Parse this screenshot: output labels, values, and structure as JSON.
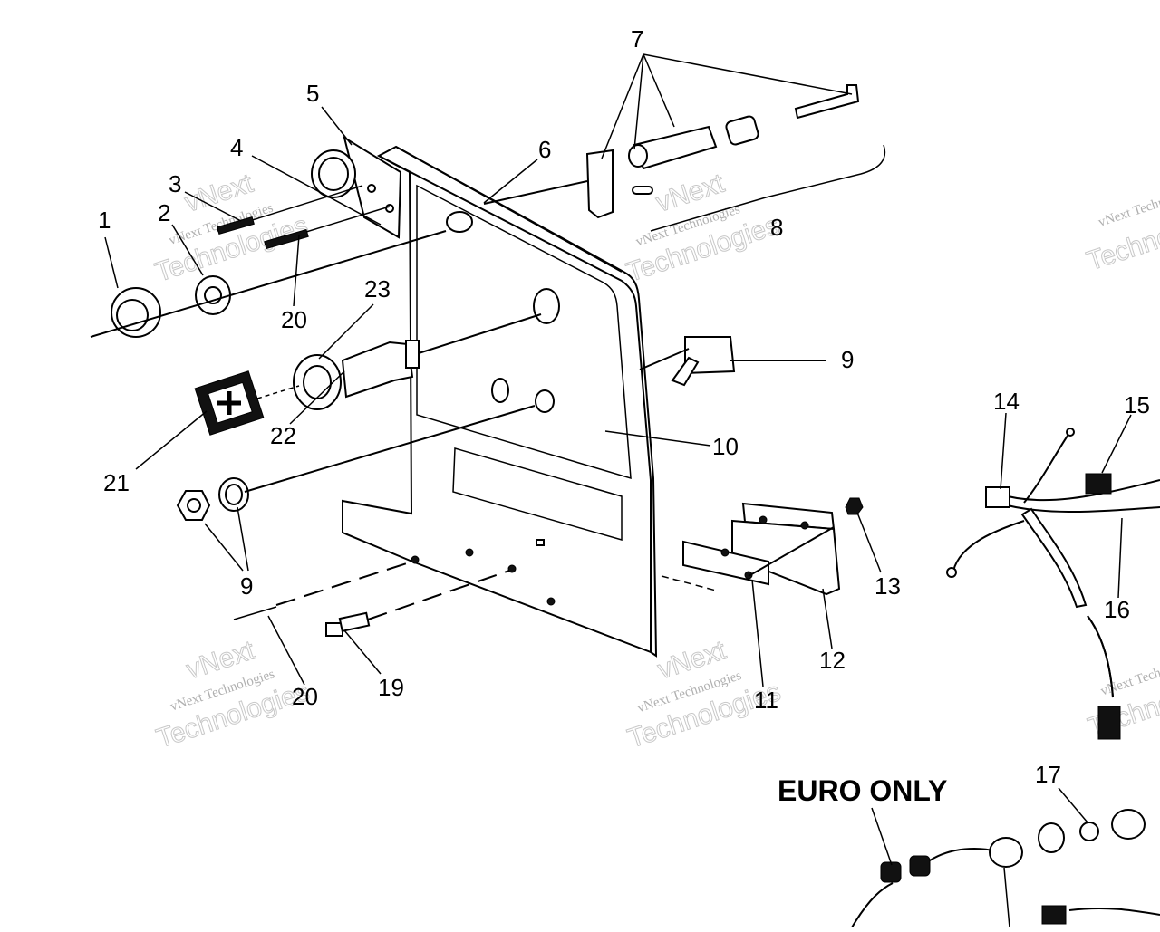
{
  "callouts": {
    "c1": "1",
    "c2": "2",
    "c3": "3",
    "c4": "4",
    "c5": "5",
    "c6": "6",
    "c7": "7",
    "c8": "8",
    "c9a": "9",
    "c9b": "9",
    "c10": "10",
    "c11": "11",
    "c12": "12",
    "c13": "13",
    "c14": "14",
    "c15": "15",
    "c16": "16",
    "c17": "17",
    "c19": "19",
    "c20a": "20",
    "c20b": "20",
    "c21": "21",
    "c22": "22",
    "c23": "23"
  },
  "euro_label": "EURO ONLY",
  "watermark": {
    "line1": "vNext Technologies",
    "line2": "vNext",
    "line3": "Technologies"
  }
}
